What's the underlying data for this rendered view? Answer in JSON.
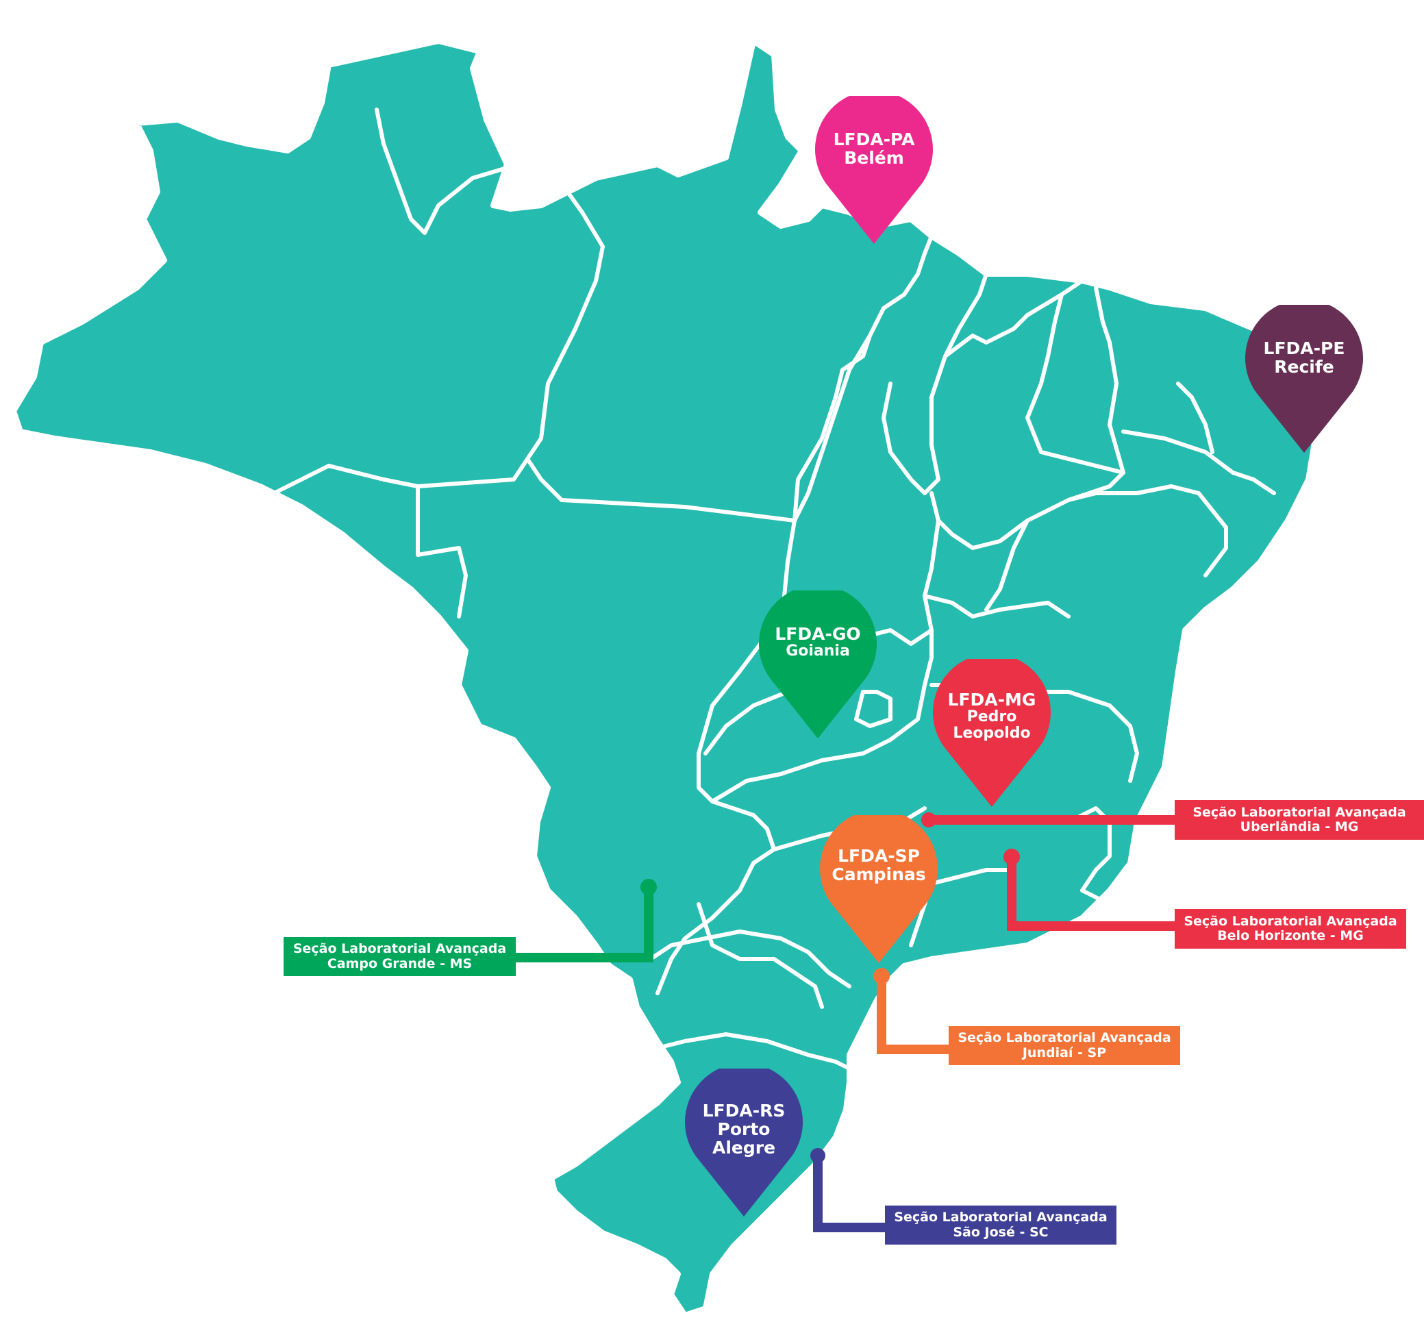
{
  "map": {
    "fill_color": "#25BBAE",
    "border_color": "#ffffff"
  },
  "pins": [
    {
      "code": "LFDA-PA",
      "city": "Belém",
      "color": "#EC2A8E"
    },
    {
      "code": "LFDA-PE",
      "city": "Recife",
      "color": "#662F53"
    },
    {
      "code": "LFDA-GO",
      "city": "Goiania",
      "color": "#00A65A"
    },
    {
      "code": "LFDA-MG",
      "city_line1": "Pedro",
      "city_line2": "Leopoldo",
      "color": "#EA3145"
    },
    {
      "code": "LFDA-SP",
      "city": "Campinas",
      "color": "#F37336"
    },
    {
      "code": "LFDA-RS",
      "city_line1": "Porto",
      "city_line2": "Alegre",
      "color": "#3F4095"
    }
  ],
  "sections": [
    {
      "title": "Seção Laboratorial Avançada",
      "place": "Uberlândia - MG",
      "color": "#EA3145"
    },
    {
      "title": "Seção Laboratorial Avançada",
      "place": "Belo Horizonte - MG",
      "color": "#EA3145"
    },
    {
      "title": "Seção Laboratorial Avançada",
      "place": "Campo Grande - MS",
      "color": "#00A65A"
    },
    {
      "title": "Seção Laboratorial Avançada",
      "place": "Jundiaí - SP",
      "color": "#F37336"
    },
    {
      "title": "Seção Laboratorial Avançada",
      "place": "São José - SC",
      "color": "#3F4095"
    }
  ]
}
